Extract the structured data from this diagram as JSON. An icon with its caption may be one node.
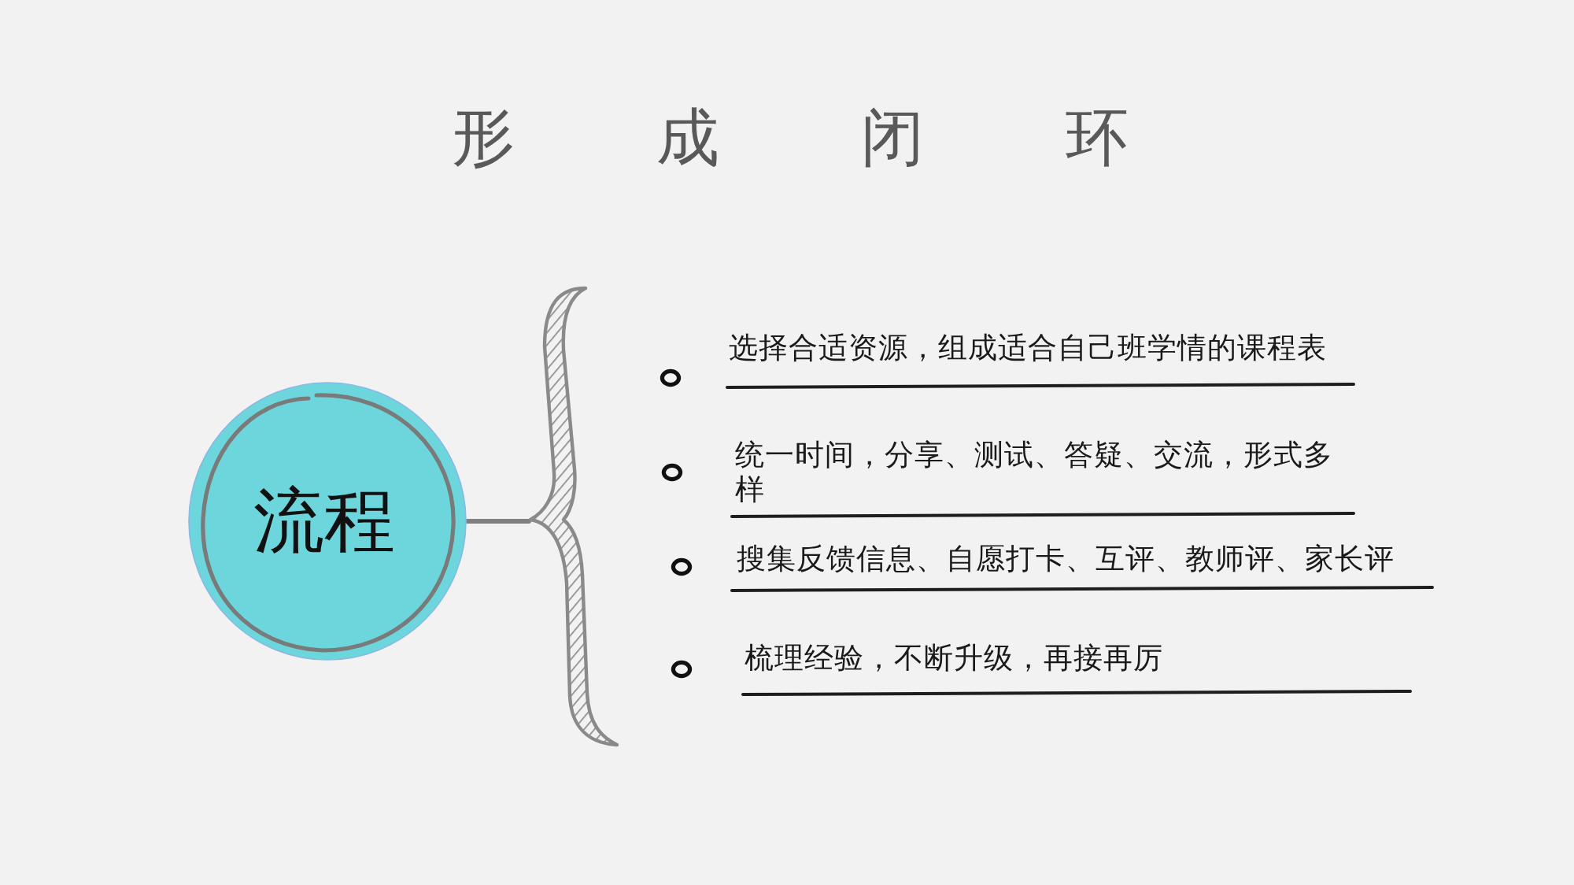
{
  "diagram": {
    "title": "形成闭环",
    "nodes": [
      {
        "text": [
          "流程"
        ]
      },
      {
        "text": [],
        "shape": "brace"
      }
    ],
    "edges": [
      {
        "from": 0,
        "to": 1,
        "arrow": "none"
      }
    ],
    "labels": [
      "选择合适资源，组成适合自己班学情的课程表",
      "统一时间，分享、测试、答疑、交流，形式多样",
      "搜集反馈信息、自愿打卡、互评、教师评、家长评",
      "梳理经验，不断升级，再接再厉"
    ]
  }
}
